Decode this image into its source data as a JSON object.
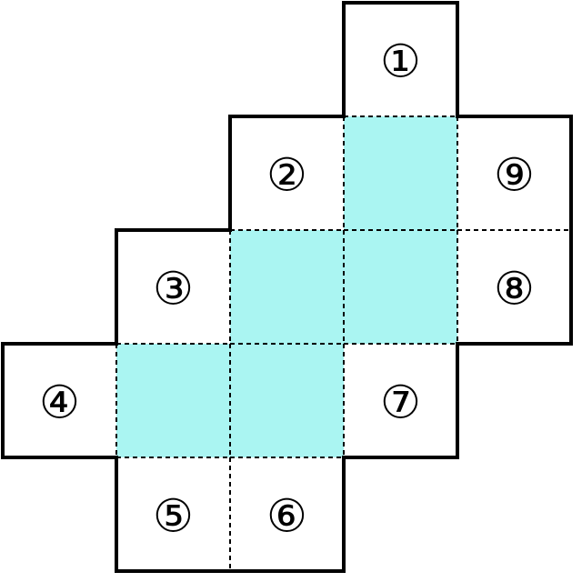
{
  "colors": {
    "shaded_fill": "#aaf5f2",
    "line": "#000000",
    "background": "#ffffff"
  },
  "cells": [
    {
      "col": 3,
      "row": 0,
      "label": "①",
      "shaded": false
    },
    {
      "col": 2,
      "row": 1,
      "label": "②",
      "shaded": false
    },
    {
      "col": 3,
      "row": 1,
      "label": "",
      "shaded": true
    },
    {
      "col": 4,
      "row": 1,
      "label": "⑨",
      "shaded": false
    },
    {
      "col": 1,
      "row": 2,
      "label": "③",
      "shaded": false
    },
    {
      "col": 2,
      "row": 2,
      "label": "",
      "shaded": true
    },
    {
      "col": 3,
      "row": 2,
      "label": "",
      "shaded": true
    },
    {
      "col": 4,
      "row": 2,
      "label": "⑧",
      "shaded": false
    },
    {
      "col": 0,
      "row": 3,
      "label": "④",
      "shaded": false
    },
    {
      "col": 1,
      "row": 3,
      "label": "",
      "shaded": true
    },
    {
      "col": 2,
      "row": 3,
      "label": "",
      "shaded": true
    },
    {
      "col": 3,
      "row": 3,
      "label": "⑦",
      "shaded": false
    },
    {
      "col": 1,
      "row": 4,
      "label": "⑤",
      "shaded": false
    },
    {
      "col": 2,
      "row": 4,
      "label": "⑥",
      "shaded": false
    }
  ]
}
